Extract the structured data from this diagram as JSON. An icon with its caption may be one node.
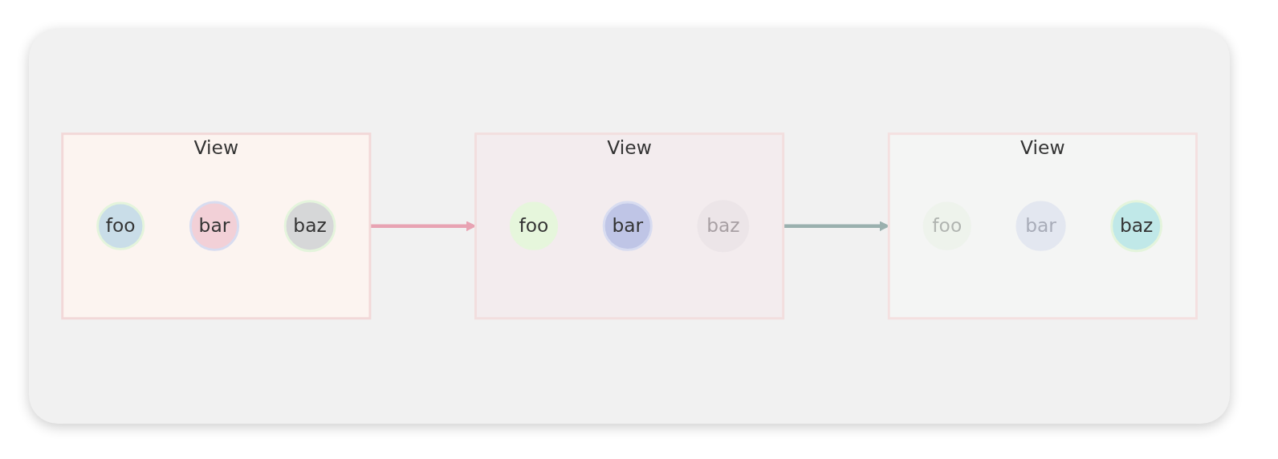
{
  "diagram": {
    "nodes": [
      {
        "text": [
          "View"
        ]
      },
      {
        "text": [
          "foo"
        ],
        "in": 0
      },
      {
        "text": [
          "bar"
        ],
        "in": 0
      },
      {
        "text": [
          "baz"
        ],
        "in": 0
      },
      {
        "text": [
          "View"
        ]
      },
      {
        "text": [
          "foo"
        ],
        "in": 4
      },
      {
        "text": [
          "bar"
        ],
        "in": 4
      },
      {
        "text": [
          "baz"
        ],
        "in": 4
      },
      {
        "text": [
          "View"
        ]
      },
      {
        "text": [
          "foo"
        ],
        "in": 8
      },
      {
        "text": [
          "bar"
        ],
        "in": 8
      },
      {
        "text": [
          "baz"
        ],
        "in": 8
      }
    ],
    "edges": [
      {
        "from": 0,
        "to": 4,
        "arrow": "to",
        "color": "#e8a3b3"
      },
      {
        "from": 4,
        "to": 8,
        "arrow": "to",
        "color": "#9ab0ae"
      }
    ]
  }
}
